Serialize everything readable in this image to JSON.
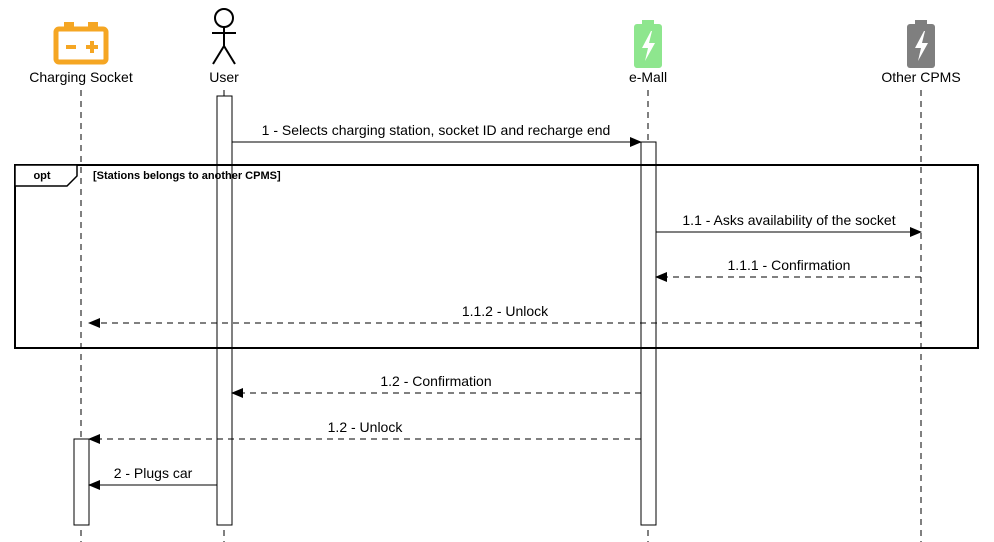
{
  "participants": {
    "charging_socket": {
      "label": "Charging Socket",
      "color": "#F5A623"
    },
    "user": {
      "label": "User"
    },
    "emall": {
      "label": "e-Mall",
      "color": "#8EE68E"
    },
    "other_cpms": {
      "label": "Other CPMS",
      "color": "#7F7F7F"
    }
  },
  "fragment": {
    "keyword": "opt",
    "guard": "[Stations belongs to another CPMS]"
  },
  "messages": [
    {
      "id": "m1",
      "label": "1 - Selects charging station, socket ID and recharge end",
      "from": "user",
      "to": "emall",
      "style": "solid"
    },
    {
      "id": "m11",
      "label": "1.1 - Asks availability of the socket",
      "from": "emall",
      "to": "other_cpms",
      "style": "solid"
    },
    {
      "id": "m111",
      "label": "1.1.1 - Confirmation",
      "from": "other_cpms",
      "to": "emall",
      "style": "dashed"
    },
    {
      "id": "m112",
      "label": "1.1.2 - Unlock",
      "from": "other_cpms",
      "to": "charging_socket",
      "style": "dashed"
    },
    {
      "id": "m12c",
      "label": "1.2 - Confirmation",
      "from": "emall",
      "to": "user",
      "style": "dashed"
    },
    {
      "id": "m12u",
      "label": "1.2 - Unlock",
      "from": "emall",
      "to": "charging_socket",
      "style": "dashed"
    },
    {
      "id": "m2",
      "label": "2 - Plugs car",
      "from": "user",
      "to": "charging_socket",
      "style": "solid"
    }
  ]
}
